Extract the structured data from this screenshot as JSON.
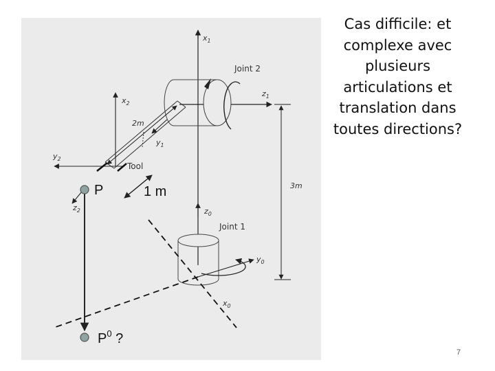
{
  "slide": {
    "text": "Cas difficile: et complexe avec plusieurs articulations et translation dans toutes directions?",
    "page_number": "7"
  },
  "diagram": {
    "joint2_label": "Joint 2",
    "joint1_label": "Joint 1",
    "tool_label": "Tool",
    "length_2m": "2m",
    "length_3m": "3m",
    "axes": {
      "x1": "x",
      "x1_sub": "1",
      "z1": "z",
      "z1_sub": "1",
      "x2": "x",
      "x2_sub": "2",
      "y1": "y",
      "y1_sub": "1",
      "y2": "y",
      "y2_sub": "2",
      "z2": "z",
      "z2_sub": "2",
      "z0": "z",
      "z0_sub": "0",
      "y0": "y",
      "y0_sub": "0",
      "x0": "x",
      "x0_sub": "0"
    },
    "point_p": "P",
    "scale_label": "1 m",
    "point_p0": "P",
    "point_p0_sup": "0",
    "point_p0_q": " ?"
  },
  "colors": {
    "panel": "#ebebeb",
    "point": "#8fa3a3",
    "line": "#222222"
  }
}
